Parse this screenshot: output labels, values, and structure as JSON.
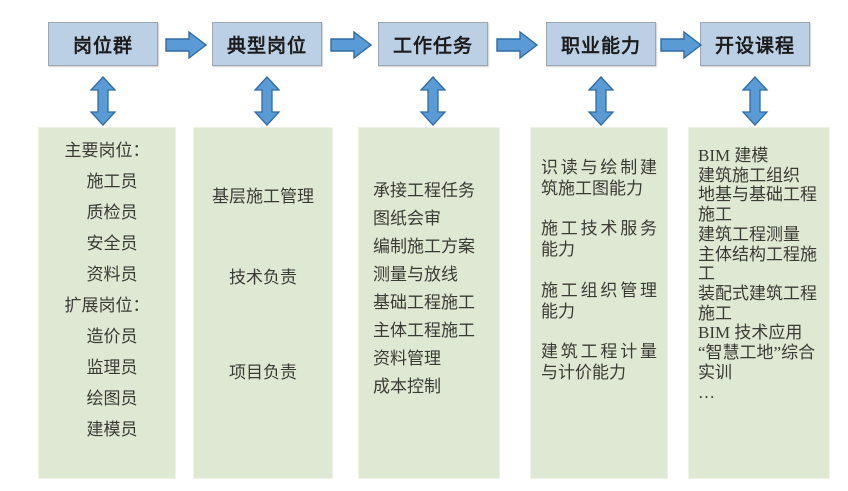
{
  "diagram": {
    "title": "岗位群—典型岗位—工作任务—职业能力—开设课程 流程图",
    "colors": {
      "header_fill": "#bcd0e5",
      "header_border": "#9aa6b2",
      "panel_fill": "#dfe8d3",
      "panel_border": "#eef3e8",
      "arrow_fill": "#5b9bd5",
      "arrow_stroke": "#2e6ca4",
      "text": "#3b3b36",
      "background": "#ffffff"
    }
  },
  "headers": [
    {
      "label": "岗位群"
    },
    {
      "label": "典型岗位"
    },
    {
      "label": "工作任务"
    },
    {
      "label": "职业能力"
    },
    {
      "label": "开设课程"
    }
  ],
  "arrows": {
    "horizontal": [
      {
        "name": "arrow-1-2",
        "direction": "right"
      },
      {
        "name": "arrow-2-3",
        "direction": "right"
      },
      {
        "name": "arrow-3-4",
        "direction": "right"
      },
      {
        "name": "arrow-4-5",
        "direction": "right"
      }
    ],
    "vertical": [
      {
        "name": "link-1",
        "direction": "up-down"
      },
      {
        "name": "link-2",
        "direction": "up-down"
      },
      {
        "name": "link-3",
        "direction": "up-down"
      },
      {
        "name": "link-4",
        "direction": "up-down"
      },
      {
        "name": "link-5",
        "direction": "up-down"
      }
    ]
  },
  "columns": [
    {
      "key": "posts",
      "header": "岗位群",
      "items": [
        "主要岗位：",
        "施工员",
        "质检员",
        "安全员",
        "资料员",
        "扩展岗位：",
        "造价员",
        "监理员",
        "绘图员",
        "建模员"
      ]
    },
    {
      "key": "typical_posts",
      "header": "典型岗位",
      "items": [
        "基层施工管理",
        "技术负责",
        "项目负责"
      ]
    },
    {
      "key": "work_tasks",
      "header": "工作任务",
      "items": [
        "承接工程任务",
        "图纸会审",
        "编制施工方案",
        "测量与放线",
        "基础工程施工",
        "主体工程施工",
        "资料管理",
        "成本控制"
      ]
    },
    {
      "key": "abilities",
      "header": "职业能力",
      "items": [
        "识读与绘制建筑施工图能力",
        "施工技术服务能力",
        "施工组织管理能力",
        "建筑工程计量与计价能力"
      ]
    },
    {
      "key": "courses",
      "header": "开设课程",
      "items": [
        "BIM 建模",
        "建筑施工组织",
        "地基与基础工程施工",
        "建筑工程测量",
        "主体结构工程施工",
        "装配式建筑工程施工",
        "BIM 技术应用",
        "“智慧工地”综合实训",
        "…"
      ]
    }
  ]
}
